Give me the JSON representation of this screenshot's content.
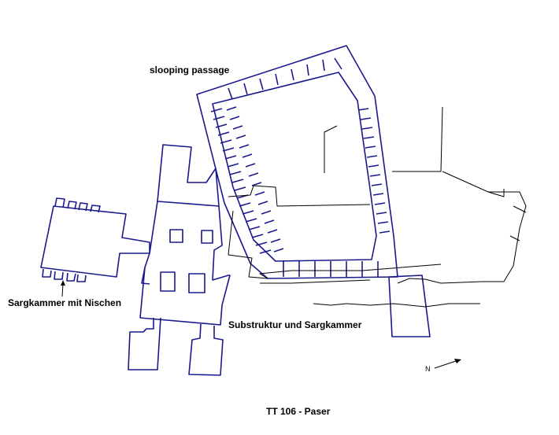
{
  "labels": {
    "sloping_passage": "slooping passage",
    "burial_chamber": "Sargkammer mit Nischen",
    "substructure": "Substruktur und Sargkammer",
    "north": "N",
    "title": "TT 106 - Paser"
  },
  "colors": {
    "plan_line": "#1a1a8c",
    "context_line": "#000000",
    "background": "#ffffff"
  }
}
